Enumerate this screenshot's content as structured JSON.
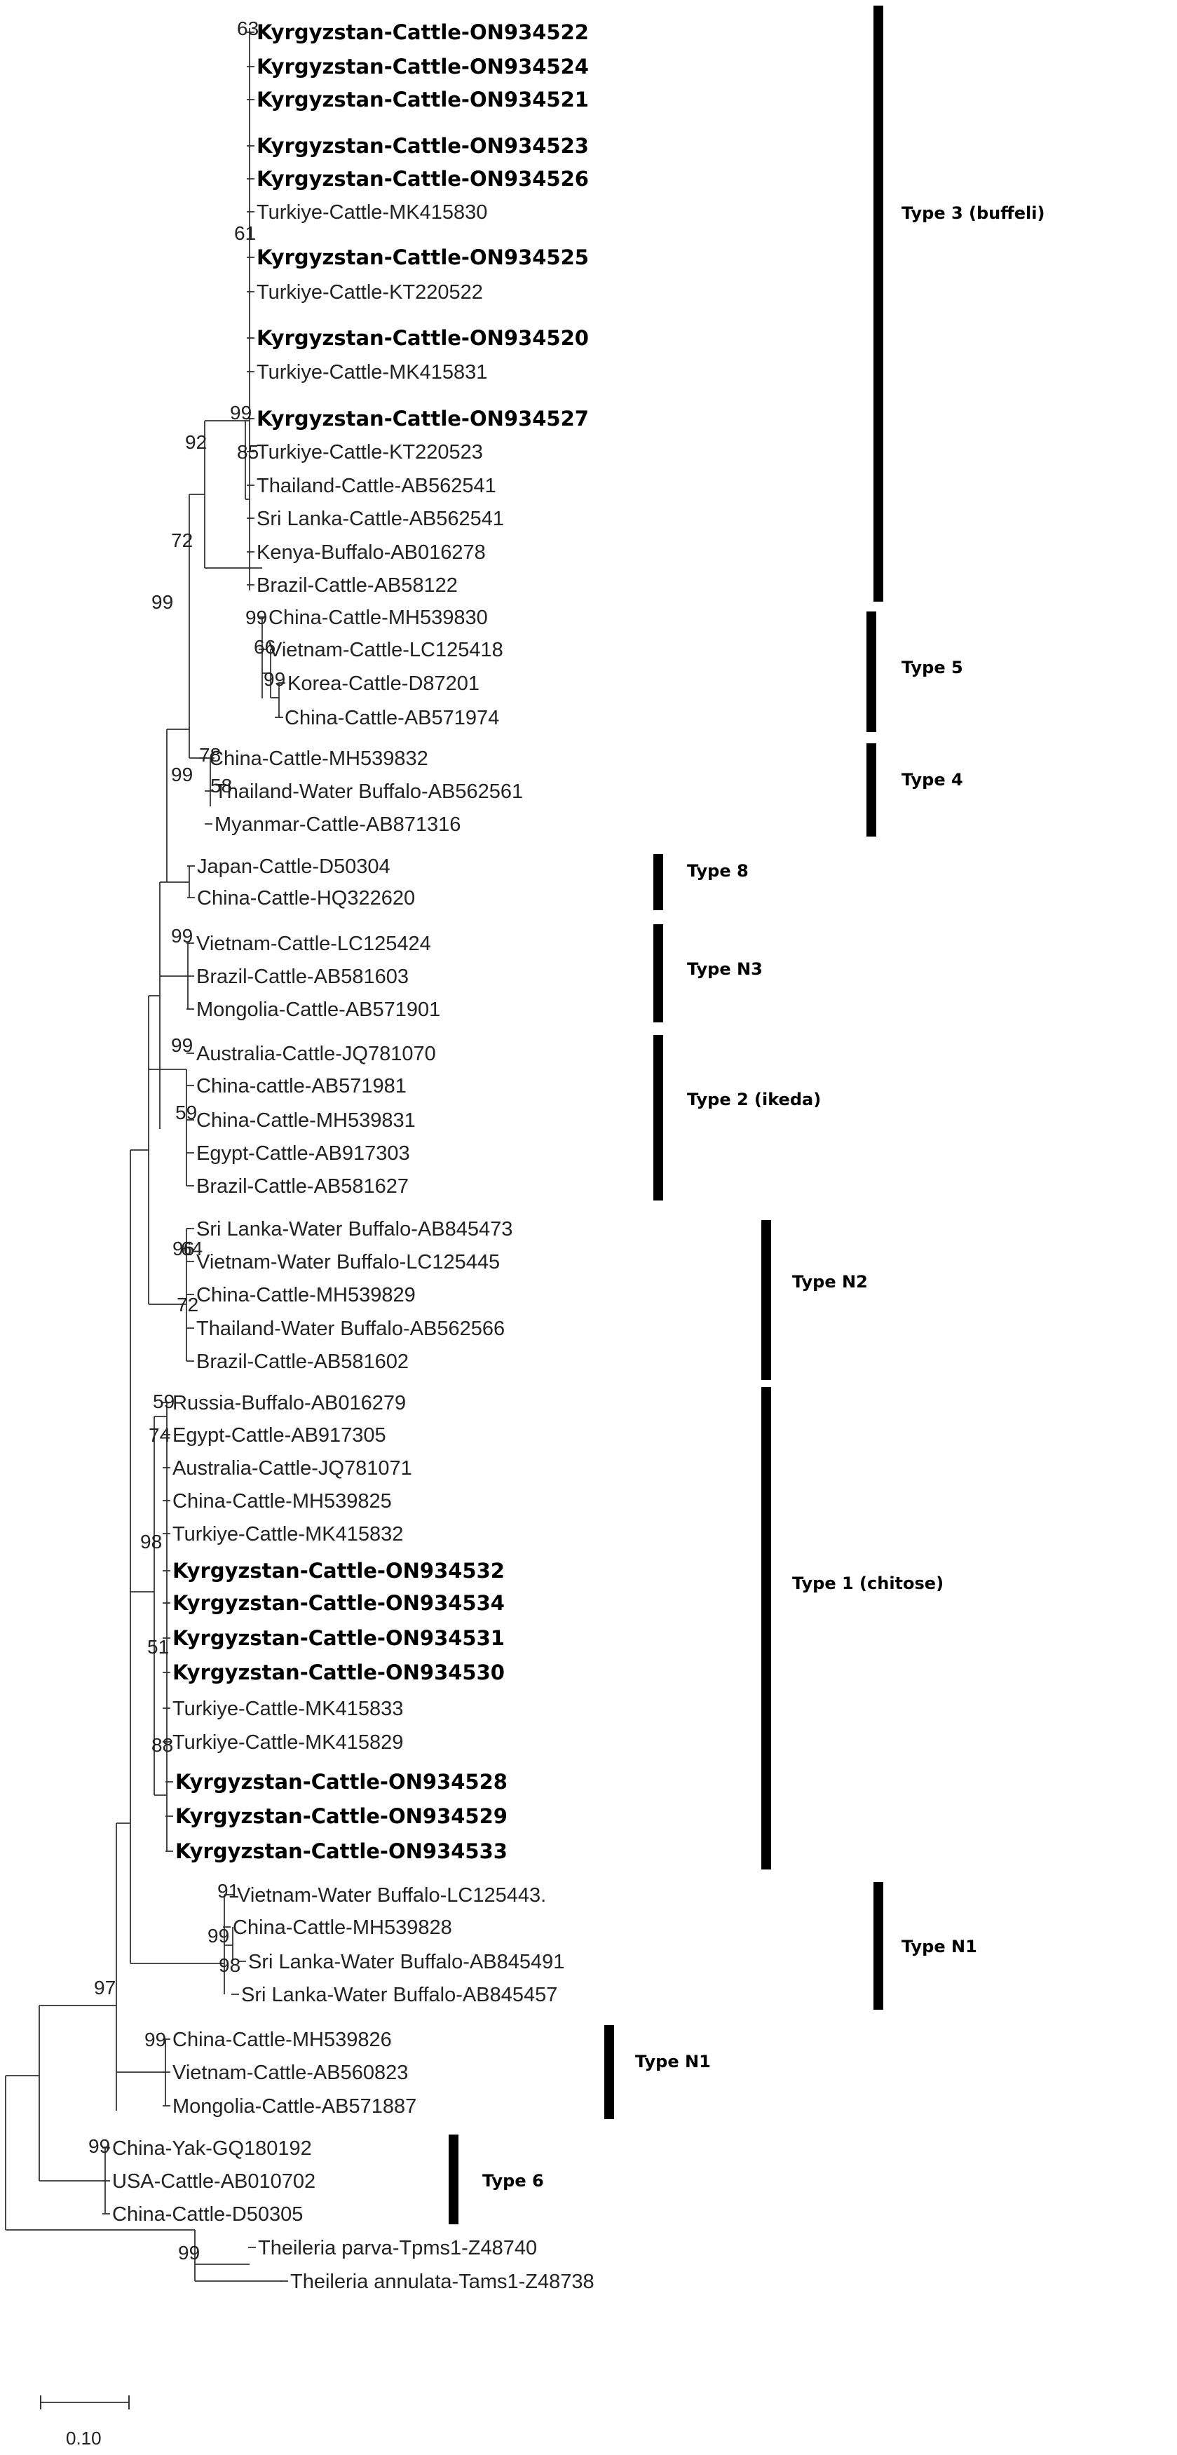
{
  "leaves": [
    {
      "label": "Kyrgyzstan-Cattle-ON934522",
      "bold": true
    },
    {
      "label": "Kyrgyzstan-Cattle-ON934524",
      "bold": true
    },
    {
      "label": "Kyrgyzstan-Cattle-ON934521",
      "bold": true
    },
    {
      "label": "Kyrgyzstan-Cattle-ON934523",
      "bold": true
    },
    {
      "label": "Kyrgyzstan-Cattle-ON934526",
      "bold": true
    },
    {
      "label": "Turkiye-Cattle-MK415830",
      "bold": false
    },
    {
      "label": "Kyrgyzstan-Cattle-ON934525",
      "bold": true
    },
    {
      "label": "Turkiye-Cattle-KT220522",
      "bold": false
    },
    {
      "label": "Kyrgyzstan-Cattle-ON934520",
      "bold": true
    },
    {
      "label": "Turkiye-Cattle-MK415831",
      "bold": false
    },
    {
      "label": "Kyrgyzstan-Cattle-ON934527",
      "bold": true
    },
    {
      "label": "Turkiye-Cattle-KT220523",
      "bold": false
    },
    {
      "label": "Thailand-Cattle-AB562541",
      "bold": false
    },
    {
      "label": "Sri Lanka-Cattle-AB562541",
      "bold": false
    },
    {
      "label": "Kenya-Buffalo-AB016278",
      "bold": false
    },
    {
      "label": "Brazil-Cattle-AB58122",
      "bold": false
    },
    {
      "label": "China-Cattle-MH539830",
      "bold": false
    },
    {
      "label": "Vietnam-Cattle-LC125418",
      "bold": false
    },
    {
      "label": "Korea-Cattle-D87201",
      "bold": false
    },
    {
      "label": "China-Cattle-AB571974",
      "bold": false
    },
    {
      "label": "China-Cattle-MH539832",
      "bold": false
    },
    {
      "label": "Thailand-Water Buffalo-AB562561",
      "bold": false
    },
    {
      "label": "Myanmar-Cattle-AB871316",
      "bold": false
    },
    {
      "label": "Japan-Cattle-D50304",
      "bold": false
    },
    {
      "label": "China-Cattle-HQ322620",
      "bold": false
    },
    {
      "label": "Vietnam-Cattle-LC125424",
      "bold": false
    },
    {
      "label": "Brazil-Cattle-AB581603",
      "bold": false
    },
    {
      "label": "Mongolia-Cattle-AB571901",
      "bold": false
    },
    {
      "label": "Australia-Cattle-JQ781070",
      "bold": false
    },
    {
      "label": "China-cattle-AB571981",
      "bold": false
    },
    {
      "label": "China-Cattle-MH539831",
      "bold": false
    },
    {
      "label": "Egypt-Cattle-AB917303",
      "bold": false
    },
    {
      "label": "Brazil-Cattle-AB581627",
      "bold": false
    },
    {
      "label": "Sri Lanka-Water Buffalo-AB845473",
      "bold": false
    },
    {
      "label": "Vietnam-Water Buffalo-LC125445",
      "bold": false
    },
    {
      "label": "China-Cattle-MH539829",
      "bold": false
    },
    {
      "label": "Thailand-Water Buffalo-AB562566",
      "bold": false
    },
    {
      "label": "Brazil-Cattle-AB581602",
      "bold": false
    },
    {
      "label": "Russia-Buffalo-AB016279",
      "bold": false
    },
    {
      "label": "Egypt-Cattle-AB917305",
      "bold": false
    },
    {
      "label": "Australia-Cattle-JQ781071",
      "bold": false
    },
    {
      "label": "China-Cattle-MH539825",
      "bold": false
    },
    {
      "label": "Turkiye-Cattle-MK415832",
      "bold": false
    },
    {
      "label": "Kyrgyzstan-Cattle-ON934532",
      "bold": true
    },
    {
      "label": "Kyrgyzstan-Cattle-ON934534",
      "bold": true
    },
    {
      "label": "Kyrgyzstan-Cattle-ON934531",
      "bold": true
    },
    {
      "label": "Kyrgyzstan-Cattle-ON934530",
      "bold": true
    },
    {
      "label": "Turkiye-Cattle-MK415833",
      "bold": false
    },
    {
      "label": "Turkiye-Cattle-MK415829",
      "bold": false
    },
    {
      "label": "Kyrgyzstan-Cattle-ON934528",
      "bold": true
    },
    {
      "label": "Kyrgyzstan-Cattle-ON934529",
      "bold": true
    },
    {
      "label": "Kyrgyzstan-Cattle-ON934533",
      "bold": true
    },
    {
      "label": "Vietnam-Water Buffalo-LC125443.",
      "bold": false
    },
    {
      "label": "China-Cattle-MH539828",
      "bold": false
    },
    {
      "label": "Sri Lanka-Water Buffalo-AB845491",
      "bold": false
    },
    {
      "label": "Sri Lanka-Water Buffalo-AB845457",
      "bold": false
    },
    {
      "label": "China-Cattle-MH539826",
      "bold": false
    },
    {
      "label": "Vietnam-Cattle-AB560823",
      "bold": false
    },
    {
      "label": "Mongolia-Cattle-AB571887",
      "bold": false
    },
    {
      "label": "China-Yak-GQ180192",
      "bold": false
    },
    {
      "label": "USA-Cattle-AB010702",
      "bold": false
    },
    {
      "label": "China-Cattle-D50305",
      "bold": false
    },
    {
      "label": "Theileria parva-Tpms1-Z48740",
      "bold": false
    },
    {
      "label": "Theileria annulata-Tams1-Z48738",
      "bold": false
    }
  ],
  "bootstrap": [
    "63",
    "61",
    "99",
    "85",
    "92",
    "99",
    "66",
    "99",
    "72",
    "99",
    "78",
    "58",
    "99",
    "99",
    "99",
    "59",
    "96",
    "64",
    "72",
    "59",
    "74",
    "98",
    "51",
    "88",
    "91",
    "99",
    "98",
    "99",
    "97",
    "99",
    "99"
  ],
  "groups": [
    "Type 3 (buffeli)",
    "Type 5",
    "Type 4",
    "Type 8",
    "Type N3",
    "Type 2 (ikeda)",
    "Type N2",
    "Type 1 (chitose)",
    "Type N1",
    "Type N1",
    "Type 6"
  ],
  "scale": {
    "label": "0.10"
  }
}
